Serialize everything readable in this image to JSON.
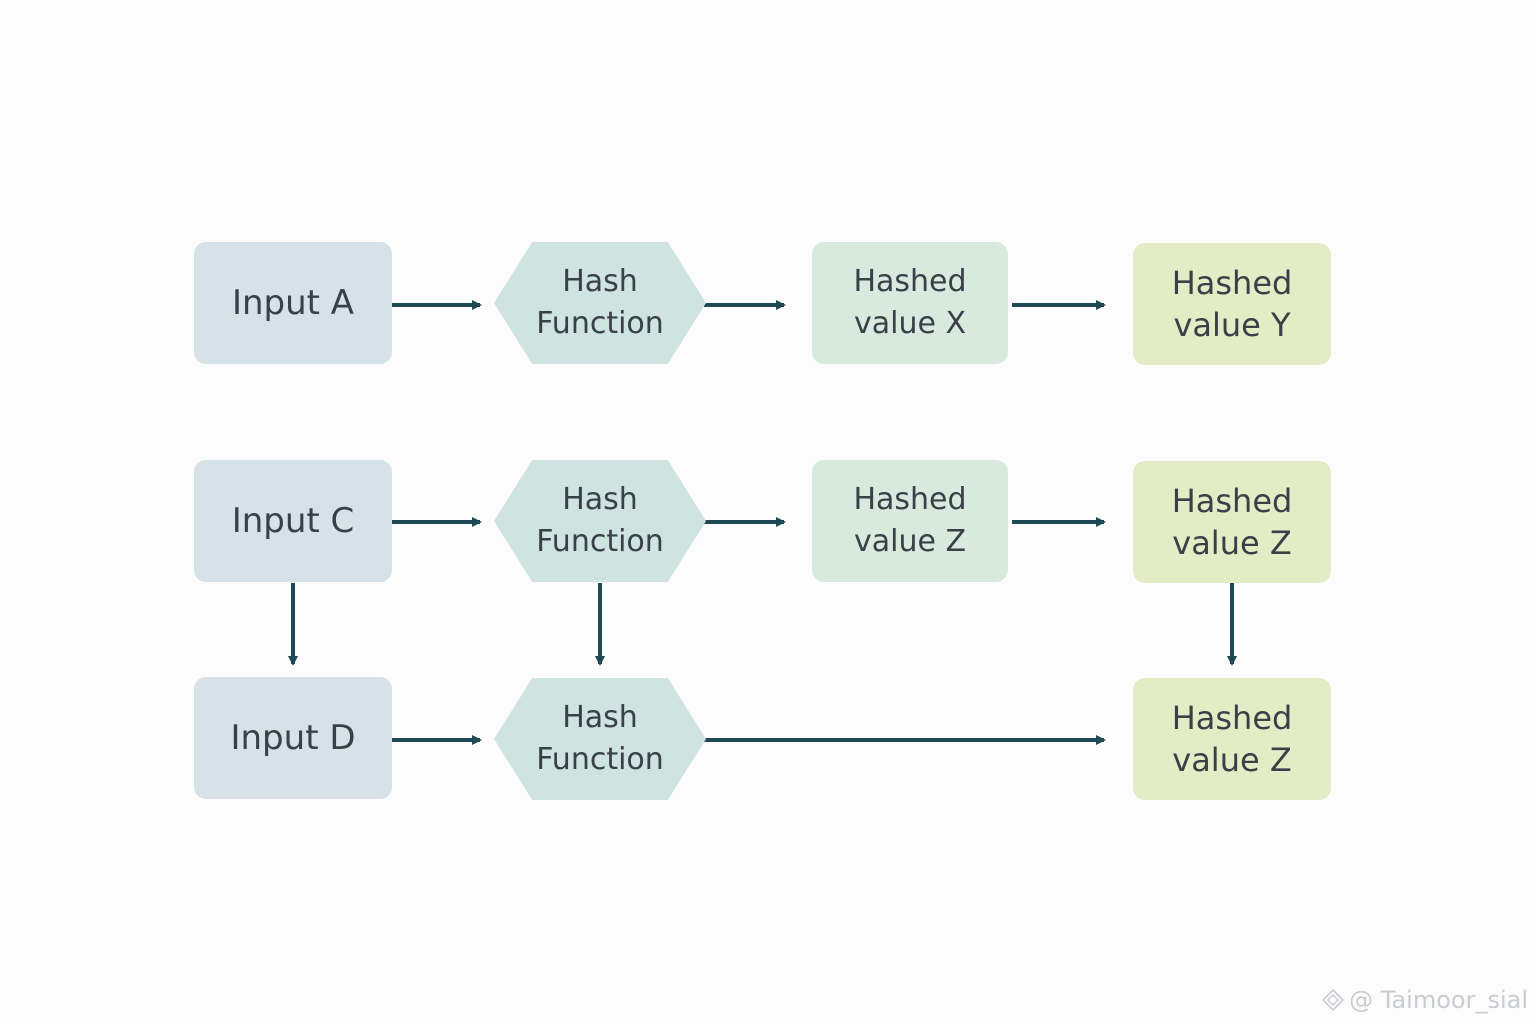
{
  "colors": {
    "input_fill": "#d6e2e8",
    "hash_fill": "#cfe3e0",
    "hashed_x_fill": "#d8eade",
    "hashed_y_fill": "#e4ecc6",
    "arrow": "#1f4a55",
    "text": "#3a4048"
  },
  "nodes": {
    "input_a": "Input A",
    "input_c": "Input C",
    "input_d": "Input D",
    "hash_1": "Hash\nFunction",
    "hash_2": "Hash\nFunction",
    "hash_3": "Hash\nFunction",
    "hashed_x": "Hashed\nvalue X",
    "hashed_z_mid": "Hashed\nvalue Z",
    "hashed_y": "Hashed\nvalue Y",
    "hashed_z_right": "Hashed\nvalue Z",
    "hashed_z_bottom": "Hashed\nvalue Z"
  },
  "edges": [
    {
      "from": "input_a",
      "to": "hash_1"
    },
    {
      "from": "hash_1",
      "to": "hashed_x"
    },
    {
      "from": "hashed_x",
      "to": "hashed_y"
    },
    {
      "from": "input_c",
      "to": "hash_2"
    },
    {
      "from": "hash_2",
      "to": "hashed_z_mid"
    },
    {
      "from": "hashed_z_mid",
      "to": "hashed_z_right"
    },
    {
      "from": "input_c",
      "to": "input_d"
    },
    {
      "from": "hash_2",
      "to": "hash_3"
    },
    {
      "from": "hashed_z_right",
      "to": "hashed_z_bottom"
    },
    {
      "from": "input_d",
      "to": "hash_3"
    },
    {
      "from": "hash_3",
      "to": "hashed_z_bottom"
    }
  ],
  "watermark": {
    "text": "@ Taimoor_sial",
    "icon": "diamond-logo-icon"
  }
}
